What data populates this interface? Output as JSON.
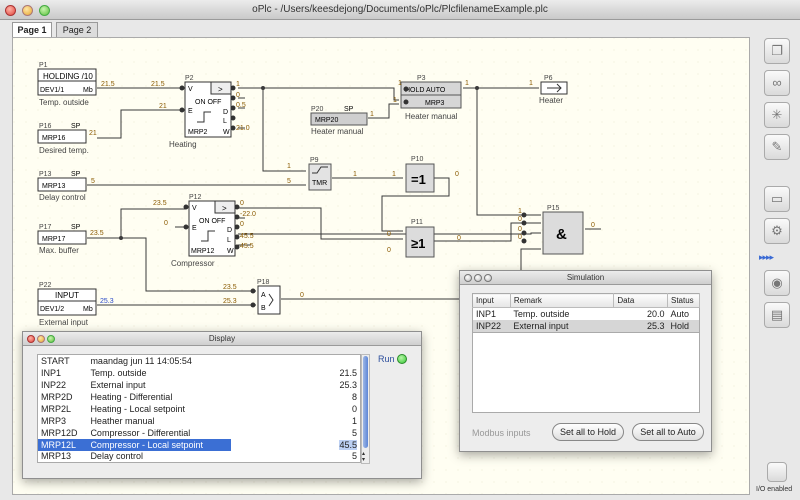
{
  "window": {
    "title": "oPlc - /Users/keesdejong/Documents/oPlc/PlcfilenameExample.plc"
  },
  "tabs": [
    {
      "label": "Page 1"
    },
    {
      "label": "Page 2"
    }
  ],
  "blocks": {
    "p1": {
      "id": "P1",
      "name": "HOLDING /10",
      "addr": "DEV1/1",
      "port": "Mb",
      "caption": "Temp. outside"
    },
    "p16": {
      "id": "P16",
      "pin": "SP",
      "name": "MRP16",
      "caption": "Desired temp."
    },
    "p13": {
      "id": "P13",
      "pin": "SP",
      "name": "MRP13",
      "caption": "Delay control"
    },
    "p17": {
      "id": "P17",
      "pin": "SP",
      "name": "MRP17",
      "caption": "Max. buffer"
    },
    "p22": {
      "id": "P22",
      "name": "INPUT",
      "addr": "DEV1/2",
      "port": "Mb",
      "caption": "External input"
    },
    "p2": {
      "id": "P2",
      "pin_v": "V",
      "pin_e": "E",
      "onoff": "ON OFF",
      "d": "D",
      "l": "L",
      "w": "W",
      "name": "MRP2",
      "caption": "Heating"
    },
    "p12": {
      "id": "P12",
      "pin_v": "V",
      "pin_e": "E",
      "onoff": "ON OFF",
      "d": "D",
      "l": "L",
      "w": "W",
      "name": "MRP12",
      "caption": "Compressor"
    },
    "p20": {
      "id": "P20",
      "pin": "SP",
      "name": "MRP20",
      "caption": "Heater manual"
    },
    "p3": {
      "id": "P3",
      "name": "HOLD AUTO",
      "sub": "MRP3",
      "caption": "Heater manual"
    },
    "p6": {
      "id": "P6",
      "caption": "Heater"
    },
    "p9": {
      "id": "P9",
      "name": "TMR"
    },
    "p10": {
      "id": "P10",
      "name": "=1"
    },
    "p11": {
      "id": "P11",
      "name": "≥1"
    },
    "p15": {
      "id": "P15",
      "name": "&"
    },
    "p18": {
      "id": "P18",
      "a": "A",
      "b": "B"
    }
  },
  "wire_values": {
    "p1_out": "21.5",
    "p2_v": "21.5",
    "p16_out": "21",
    "p2_e": "21",
    "p2_o1": "1",
    "p2_o2": "0",
    "p2_o3": "0.5",
    "p2_o4": "21.0",
    "p20_out": "1",
    "p3_in1": "1",
    "p3_in2": "1",
    "p3_out": "1",
    "p6_in": "1",
    "p9_in1": "1",
    "p13_out": "5",
    "p9_in2": "5",
    "p9_out": "1",
    "p10_in": "1",
    "p10_out": "0",
    "p12_v": "23.5",
    "p12_e": "0",
    "p17_out": "23.5",
    "p12_o1": "0",
    "p12_o2": "-22.0",
    "p12_o3": "0",
    "p12_o4": "45.5",
    "p12_o5": "45.5",
    "p11_in1": "0",
    "p11_in2": "0",
    "p11_out": "0",
    "p15_in1": "1",
    "p15_in2": "0",
    "p15_in3": "0",
    "p15_in4": "0",
    "p15_out": "0",
    "p18_a": "23.5",
    "p18_b": "25.3",
    "p22_out": "25.3",
    "p18_out": "0"
  },
  "simulation": {
    "title": "Simulation",
    "columns": [
      "Input",
      "Remark",
      "Data",
      "Status"
    ],
    "rows": [
      {
        "input": "INP1",
        "remark": "Temp. outside",
        "data": "20.0",
        "status": "Auto"
      },
      {
        "input": "INP22",
        "remark": "External input",
        "data": "25.3",
        "status": "Hold"
      }
    ],
    "modbus_label": "Modbus inputs",
    "hold_button": "Set all to Hold",
    "auto_button": "Set all to Auto"
  },
  "display": {
    "title": "Display",
    "run_label": "Run",
    "rows": [
      {
        "name": "START",
        "desc": "maandag jun 11 14:05:54",
        "value": ""
      },
      {
        "name": "INP1",
        "desc": "Temp. outside",
        "value": "21.5"
      },
      {
        "name": "INP22",
        "desc": "External input",
        "value": "25.3"
      },
      {
        "name": "MRP2D",
        "desc": "Heating - Differential",
        "value": "8"
      },
      {
        "name": "MRP2L",
        "desc": "Heating - Local setpoint",
        "value": "0"
      },
      {
        "name": "MRP3",
        "desc": "Heather manual",
        "value": "1"
      },
      {
        "name": "MRP12D",
        "desc": "Compressor - Differential",
        "value": "5"
      },
      {
        "name": "MRP12L",
        "desc": "Compressor - Local setpoint",
        "value": "45.5"
      },
      {
        "name": "MRP13",
        "desc": "Delay control",
        "value": "5"
      }
    ]
  },
  "sidebar": {
    "io_label": "I/O enabled"
  },
  "colors": {
    "wire": "#3a3a3a",
    "value_text": "#8a5a00",
    "selection": "#3b6fd4",
    "run_led": "#34c934"
  }
}
